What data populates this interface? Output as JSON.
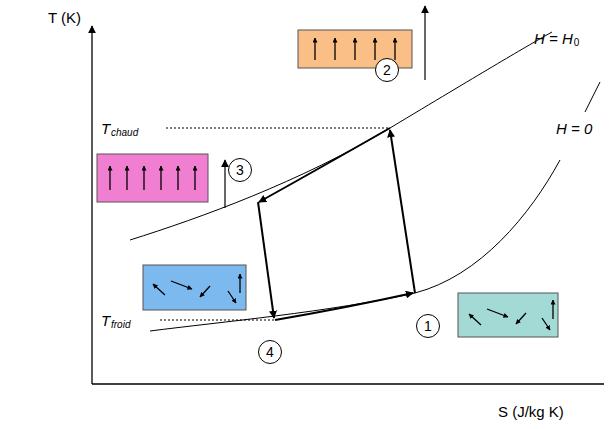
{
  "diagram": {
    "nodes": [
      {
        "text": [
          "1"
        ]
      },
      {
        "text": [
          "2"
        ]
      },
      {
        "text": [
          "3"
        ]
      },
      {
        "text": [
          "4"
        ]
      }
    ],
    "labels": [
      "T (K)",
      "T",
      "chaud",
      "T",
      "froid",
      "H = H",
      "0",
      "H = 0",
      "S (J/kg K)"
    ]
  }
}
